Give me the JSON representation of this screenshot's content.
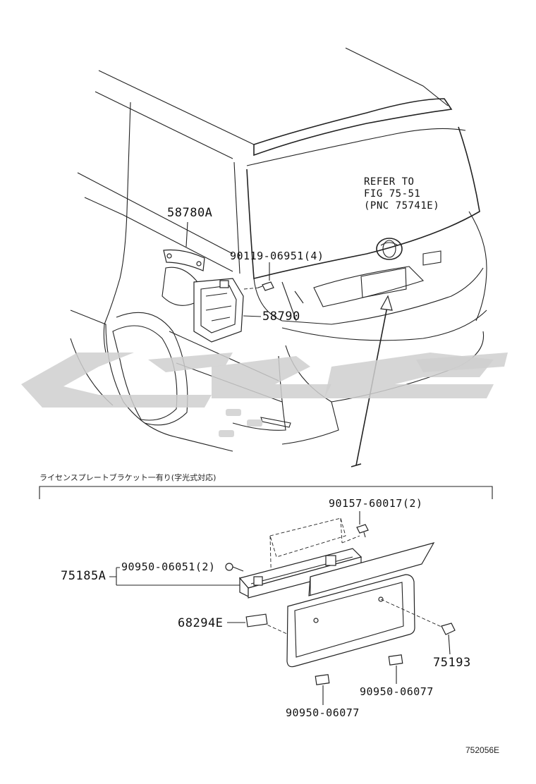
{
  "callouts": {
    "p58780a": "58780A",
    "p90119": "90119-06951(4)",
    "p58790": "58790",
    "refer_line1": "REFER TO",
    "refer_line2": "FIG 75-51",
    "refer_line3": "(PNC 75741E)",
    "p90157": "90157-60017(2)",
    "p75185a": "75185A",
    "p90950_06051": "90950-06051(2)",
    "p68294e": "68294E",
    "p75193": "75193",
    "p90950_06077_right": "90950-06077",
    "p90950_06077_bottom": "90950-06077"
  },
  "section_note": "ライセンスプレートブラケット一有り(字光式対応)",
  "figure_number": "752056E",
  "colors": {
    "line": "#222222",
    "watermark": "#cfcfcf"
  }
}
